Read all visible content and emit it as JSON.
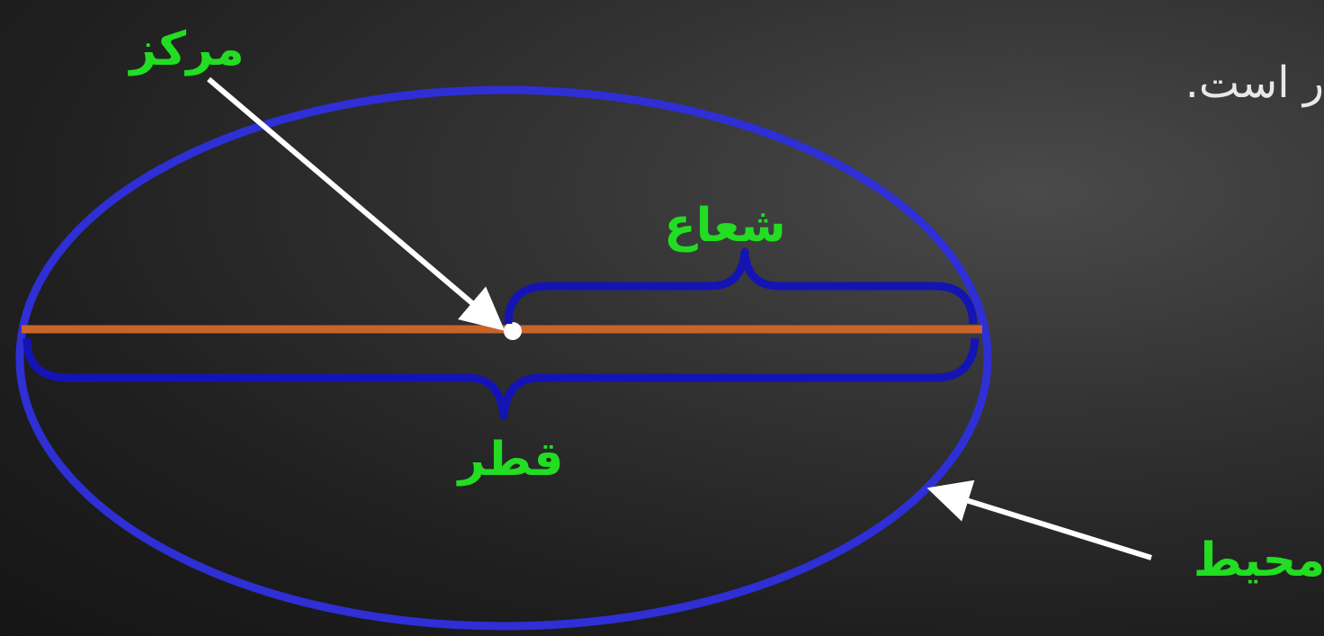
{
  "labels": {
    "center": "مرکز",
    "radius": "شعاع",
    "diameter": "قطر",
    "circumference": "محیط"
  },
  "caption_fragment": "ر است.",
  "colors": {
    "ellipse": "#2f2fd6",
    "diameter_line": "#c8642a",
    "brace": "#1414b4",
    "label": "#22dd22",
    "arrow": "#ffffff",
    "caption": "#e8e8e8"
  }
}
